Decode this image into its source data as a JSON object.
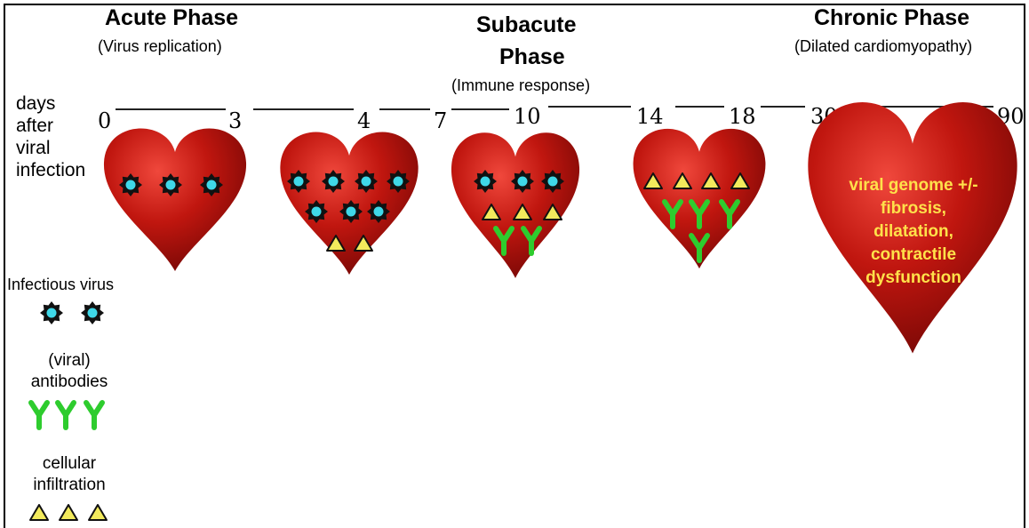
{
  "phases": {
    "acute": {
      "title": "Acute Phase",
      "subtitle": "(Virus replication)"
    },
    "subacute": {
      "title_line1": "Subacute",
      "title_line2": "Phase",
      "subtitle": "(Immune response)"
    },
    "chronic": {
      "title": "Chronic Phase",
      "subtitle": "(Dilated cardiomyopathy)"
    }
  },
  "axis_label": [
    "days",
    "after",
    "viral",
    "infection"
  ],
  "ticks": [
    "0",
    "3",
    "4",
    "7",
    "10",
    "14",
    "18",
    "30",
    "90"
  ],
  "chronic_heart_text": [
    "viral genome +/-",
    "fibrosis,",
    "dilatation,",
    "contractile",
    "dysfunction"
  ],
  "legend": {
    "virus": "Infectious virus",
    "antibodies_line1": "(viral)",
    "antibodies_line2": "antibodies",
    "infiltration_line1": "cellular",
    "infiltration_line2": "infiltration"
  },
  "colors": {
    "heart": "#c0160f",
    "heart_dark": "#7a0806",
    "virus_core": "#3fd8e8",
    "antibody": "#2ecc2e",
    "infiltration": "#f2ea5c",
    "chronic_text": "#ffe14a"
  },
  "icons": [
    "heart-icon",
    "virus-icon",
    "antibody-icon",
    "infiltration-icon"
  ]
}
